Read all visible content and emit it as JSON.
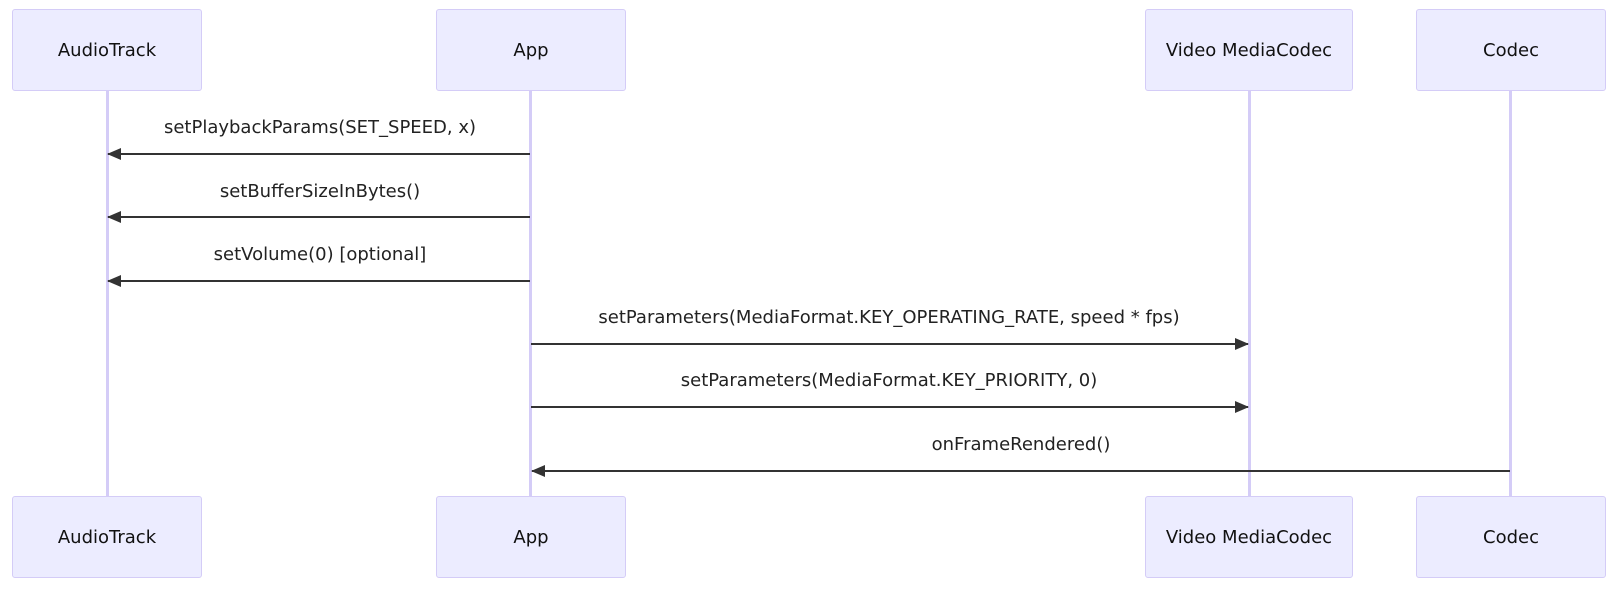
{
  "participants": [
    {
      "id": "audiotrack",
      "label": "AudioTrack"
    },
    {
      "id": "app",
      "label": "App"
    },
    {
      "id": "videomediacodec",
      "label": "Video MediaCodec"
    },
    {
      "id": "codec",
      "label": "Codec"
    }
  ],
  "messages": [
    {
      "from": "app",
      "to": "audiotrack",
      "label": "setPlaybackParams(SET_SPEED, x)"
    },
    {
      "from": "app",
      "to": "audiotrack",
      "label": "setBufferSizeInBytes()"
    },
    {
      "from": "app",
      "to": "audiotrack",
      "label": "setVolume(0) [optional]"
    },
    {
      "from": "app",
      "to": "videomediacodec",
      "label": "setParameters(MediaFormat.KEY_OPERATING_RATE, speed * fps)"
    },
    {
      "from": "app",
      "to": "videomediacodec",
      "label": "setParameters(MediaFormat.KEY_PRIORITY, 0)"
    },
    {
      "from": "codec",
      "to": "app",
      "label": "onFrameRendered()"
    }
  ],
  "colors": {
    "actor_fill": "#ececff",
    "actor_border": "#d4ccf7",
    "arrow": "#333333"
  }
}
